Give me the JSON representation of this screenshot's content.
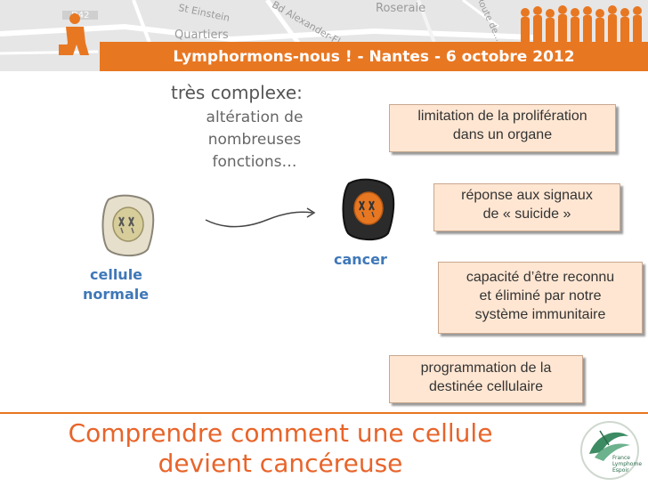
{
  "header": {
    "title": "Lymphormons-nous ! - Nantes - 6 octobre 2012",
    "map_labels": [
      "D42",
      "St Einstein",
      "Quartiers",
      "Bd Alexander-Fl...",
      "Roseraie",
      "Route de..."
    ],
    "accent_color": "#e87722"
  },
  "main": {
    "complex_title": "très complexe:",
    "complex_lines": [
      "altération de",
      "nombreuses",
      "fonctions…"
    ],
    "normal_cell_label": [
      "cellule",
      "normale"
    ],
    "cancer_label": "cancer",
    "boxes": [
      [
        "limitation de la prolifération",
        "dans un organe"
      ],
      [
        "réponse aux signaux",
        "de « suicide »"
      ],
      [
        "capacité d’être reconnu",
        "et éliminé par notre",
        "système immunitaire"
      ],
      [
        "programmation de la",
        "destinée cellulaire"
      ]
    ]
  },
  "footer": {
    "title_lines": [
      "Comprendre comment une cellule",
      "devient cancéreuse"
    ],
    "logo_text": [
      "France",
      "Lymphome",
      "Espoir"
    ]
  },
  "icons": [
    "person-logo-icon",
    "crowd-icon",
    "normal-cell-icon",
    "cancer-cell-icon",
    "arrow-icon",
    "association-logo-icon"
  ]
}
